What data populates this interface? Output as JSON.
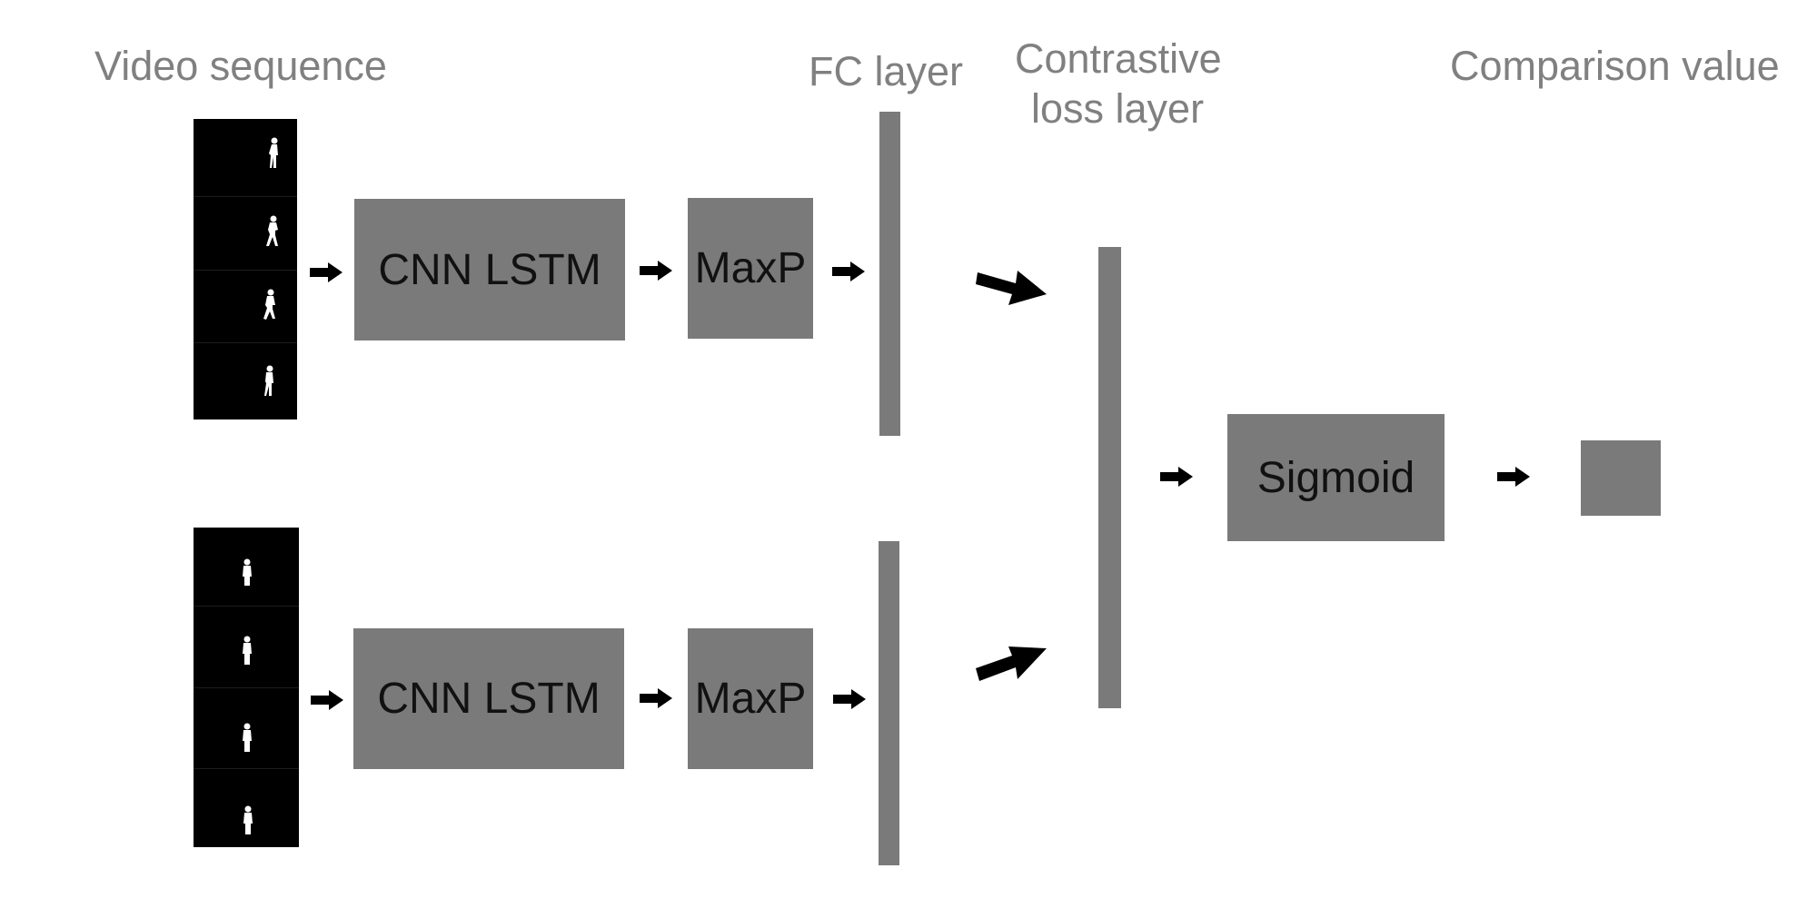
{
  "headers": {
    "video_sequence": "Video sequence",
    "fc_layer": "FC layer",
    "contrastive_line1": "Contrastive",
    "contrastive_line2": "loss layer",
    "comparison_value": "Comparison value"
  },
  "branches": [
    {
      "cnn_lstm_label": "CNN LSTM",
      "maxp_label": "MaxP"
    },
    {
      "cnn_lstm_label": "CNN LSTM",
      "maxp_label": "MaxP"
    }
  ],
  "sigmoid_label": "Sigmoid",
  "colors": {
    "block_fill": "#7a7a7a",
    "header_text": "#808080",
    "block_text": "#111111",
    "frame_bg": "#000000",
    "silhouette": "#ffffff",
    "arrow": "#000000"
  },
  "icons": {
    "silhouette": "walking-person-icon",
    "arrow": "right-arrow-icon"
  }
}
